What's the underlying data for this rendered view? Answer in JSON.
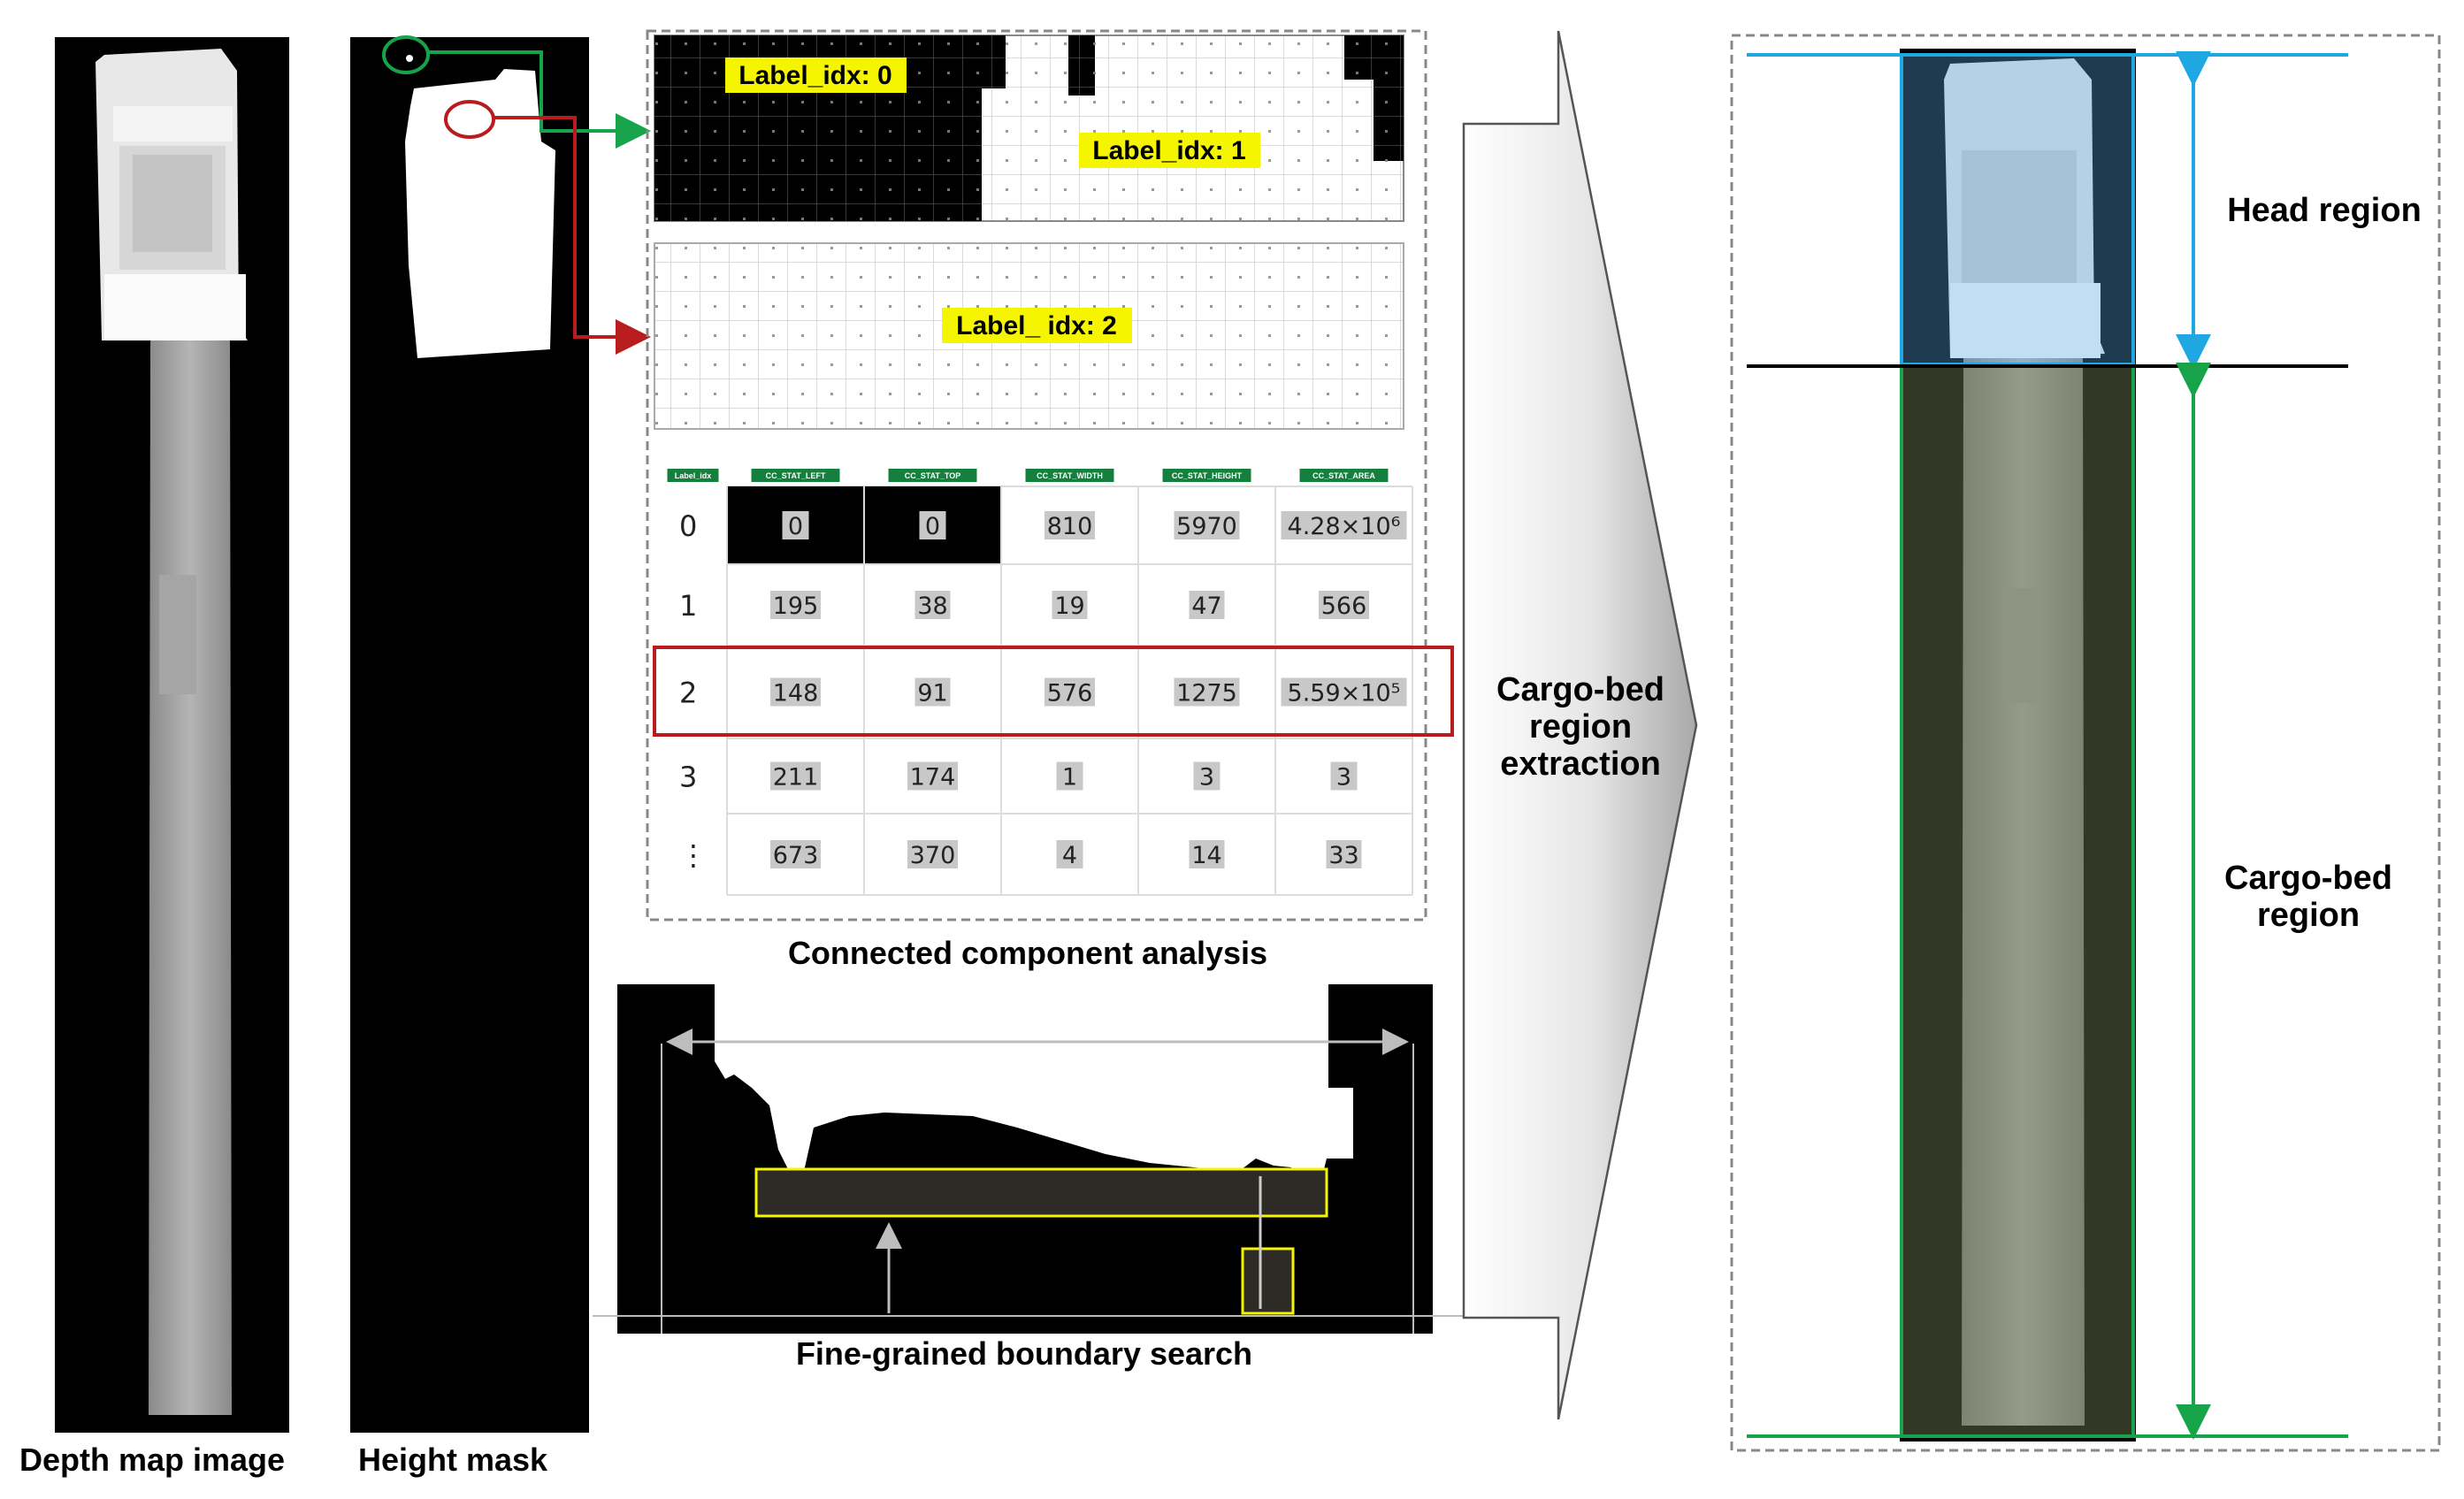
{
  "captions": {
    "depth_map": "Depth map image",
    "height_mask": "Height mask",
    "cca": "Connected component analysis",
    "boundary": "Fine-grained boundary search",
    "arrow": [
      "Cargo-bed",
      "region",
      "extraction"
    ],
    "head_region": "Head region",
    "cargo_region": [
      "Cargo-bed",
      "region"
    ]
  },
  "labels": {
    "idx0": "Label_idx: 0",
    "idx1": "Label_idx: 1",
    "idx2": "Label_ idx: 2"
  },
  "table": {
    "headers": [
      "Label_idx",
      "CC_STAT_LEFT",
      "CC_STAT_TOP",
      "CC_STAT_WIDTH",
      "CC_STAT_HEIGHT",
      "CC_STAT_AREA"
    ],
    "rows": [
      {
        "idx": "0",
        "cells": [
          "0",
          "0",
          "810",
          "5970",
          "4.28×10⁶"
        ]
      },
      {
        "idx": "1",
        "cells": [
          "195",
          "38",
          "19",
          "47",
          "566"
        ]
      },
      {
        "idx": "2",
        "cells": [
          "148",
          "91",
          "576",
          "1275",
          "5.59×10⁵"
        ]
      },
      {
        "idx": "3",
        "cells": [
          "211",
          "174",
          "1",
          "3",
          "3"
        ]
      },
      {
        "idx": "⋮",
        "cells": [
          "673",
          "370",
          "4",
          "14",
          "33"
        ]
      }
    ],
    "highlight_row": 2
  },
  "colors": {
    "green": "#16a34a",
    "red": "#b91c1c",
    "blue": "#1ea7e1",
    "yellow": "#f5f500",
    "highlight_yellow": "#eeee22"
  }
}
